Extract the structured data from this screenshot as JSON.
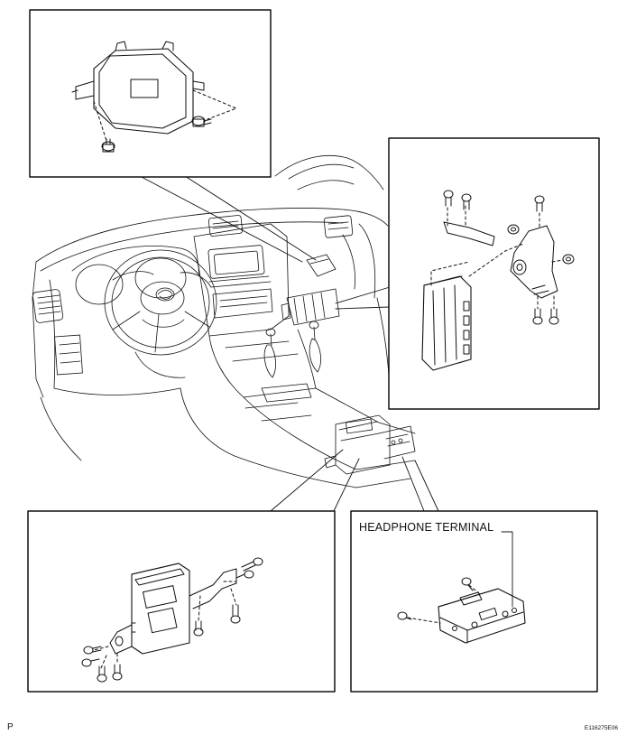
{
  "diagram": {
    "callouts": {
      "headphone_terminal": "HEADPHONE TERMINAL"
    },
    "corner_code": "P",
    "figure_id": "E116275E06",
    "panels": [
      {
        "name": "detail-top-left",
        "depicts": "control unit with mounting bracket and two bolts"
      },
      {
        "name": "detail-right",
        "depicts": "ECU module with brackets, bolts and nuts"
      },
      {
        "name": "detail-bottom-left",
        "depicts": "rear console unit with side brackets and bolts"
      },
      {
        "name": "detail-bottom-right",
        "depicts": "headphone terminal module with two screws"
      }
    ],
    "stroke_color": "#111111",
    "background_color": "#ffffff"
  }
}
